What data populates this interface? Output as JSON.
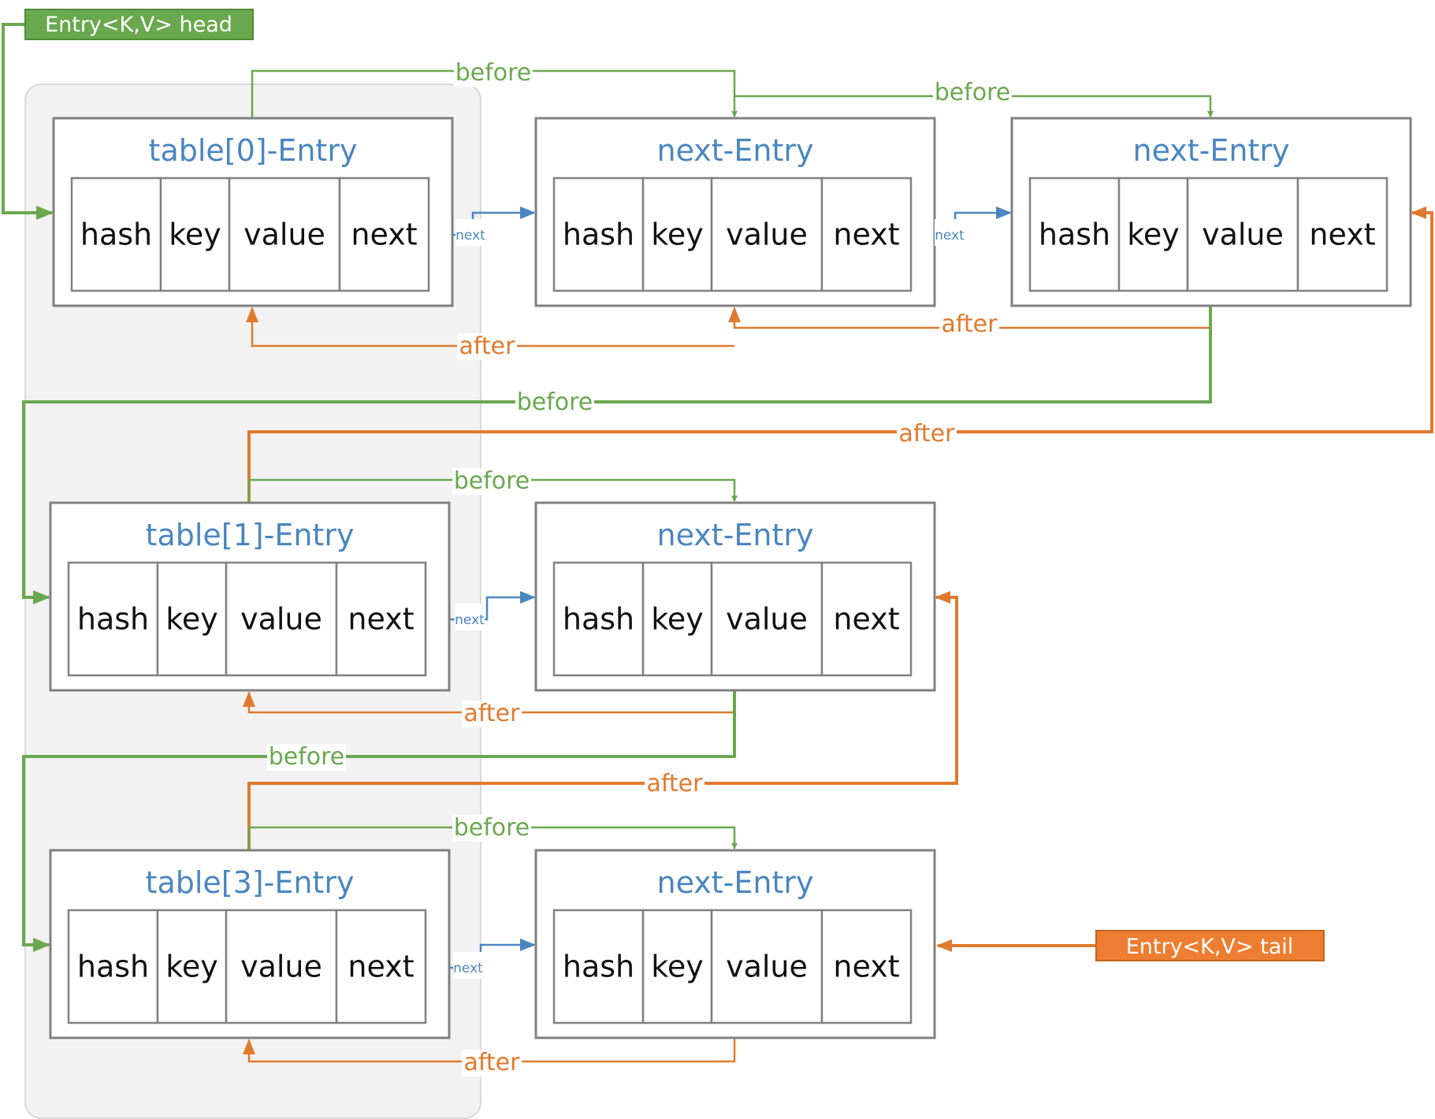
{
  "colors": {
    "before": "#6aa84f",
    "after": "#e07a2e",
    "next": "#4a86c0",
    "head_fill": "#6aa84f",
    "tail_fill": "#ed7d31",
    "panel": "#f2f2f2",
    "border": "#808080"
  },
  "labels": {
    "head": "Entry<K,V> head",
    "tail": "Entry<K,V> tail",
    "before": "before",
    "after": "after",
    "next": "next"
  },
  "entries": [
    {
      "title": "table[0]-Entry",
      "fields": [
        "hash",
        "key",
        "value",
        "next"
      ]
    },
    {
      "title": "next-Entry",
      "fields": [
        "hash",
        "key",
        "value",
        "next"
      ]
    },
    {
      "title": "next-Entry",
      "fields": [
        "hash",
        "key",
        "value",
        "next"
      ]
    },
    {
      "title": "table[1]-Entry",
      "fields": [
        "hash",
        "key",
        "value",
        "next"
      ]
    },
    {
      "title": "next-Entry",
      "fields": [
        "hash",
        "key",
        "value",
        "next"
      ]
    },
    {
      "title": "table[3]-Entry",
      "fields": [
        "hash",
        "key",
        "value",
        "next"
      ]
    },
    {
      "title": "next-Entry",
      "fields": [
        "hash",
        "key",
        "value",
        "next"
      ]
    }
  ]
}
